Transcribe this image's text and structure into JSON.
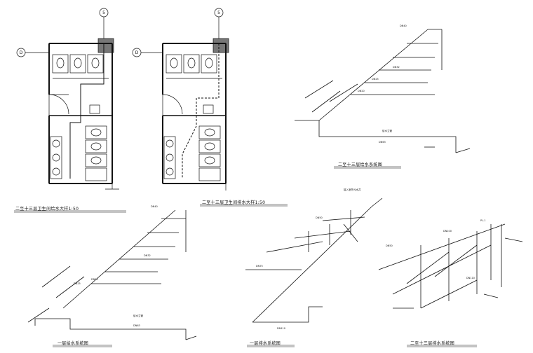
{
  "plans": {
    "plan_1": {
      "caption": "二至十三层卫生间给水大样1:50",
      "axis_5": "5",
      "axis_d": "D"
    },
    "plan_2": {
      "caption": "二至十三层卫生间排水大样1:50",
      "axis_5": "5",
      "axis_d": "D"
    }
  },
  "diagrams": {
    "upper_supply": {
      "caption": "二至十三层给水系统图",
      "main_pipe": "DN63",
      "riser_label": "给水立管"
    },
    "lower_supply": {
      "caption": "一层给水系统图",
      "main_pipe": "DN63",
      "riser_label": "给水立管"
    },
    "lower_drain": {
      "caption": "一层排水系统图",
      "main_pipe": "DN110",
      "vent_label": "接入室外污水井"
    },
    "upper_drain": {
      "caption": "二至十三层排水系统图",
      "main_pipe": "DN110",
      "riser_label": "PL-1"
    }
  },
  "pipe_labels": {
    "dn20": "DN20",
    "dn25": "DN25",
    "dn32": "DN32",
    "dn40": "DN40",
    "dn50": "DN50",
    "dn75": "DN75",
    "dn100": "DN100"
  },
  "colors": {
    "ink": "#111111",
    "wall": "#555555",
    "hatch": "#888888"
  }
}
